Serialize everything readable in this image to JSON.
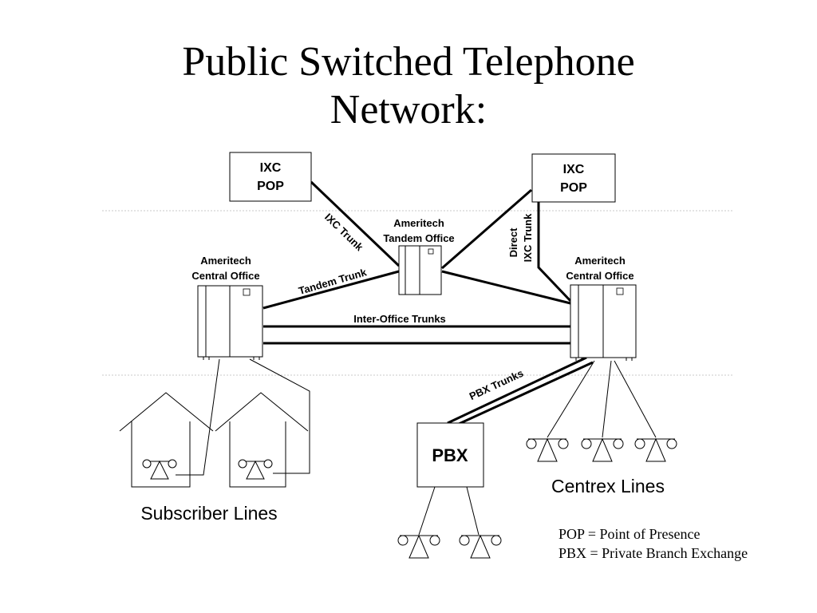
{
  "title": {
    "line1": "Public Switched Telephone",
    "line2": "Network:"
  },
  "nodes": {
    "ixc_pop_left": {
      "line1": "IXC",
      "line2": "POP"
    },
    "ixc_pop_right": {
      "line1": "IXC",
      "line2": "POP"
    },
    "tandem_office": {
      "line1": "Ameritech",
      "line2": "Tandem Office"
    },
    "central_office_left": {
      "line1": "Ameritech",
      "line2": "Central Office"
    },
    "central_office_right": {
      "line1": "Ameritech",
      "line2": "Central Office"
    },
    "pbx": {
      "label": "PBX"
    }
  },
  "edges": {
    "ixc_trunk": "IXC Trunk",
    "direct_ixc_trunk_line1": "Direct",
    "direct_ixc_trunk_line2": "IXC Trunk",
    "tandem_trunk": "Tandem Trunk",
    "inter_office_trunks": "Inter-Office Trunks",
    "pbx_trunks": "PBX Trunks"
  },
  "captions": {
    "subscriber_lines": "Subscriber Lines",
    "centrex_lines": "Centrex Lines"
  },
  "legend": {
    "pop": "POP = Point of Presence",
    "pbx": "PBX = Private Branch Exchange"
  }
}
